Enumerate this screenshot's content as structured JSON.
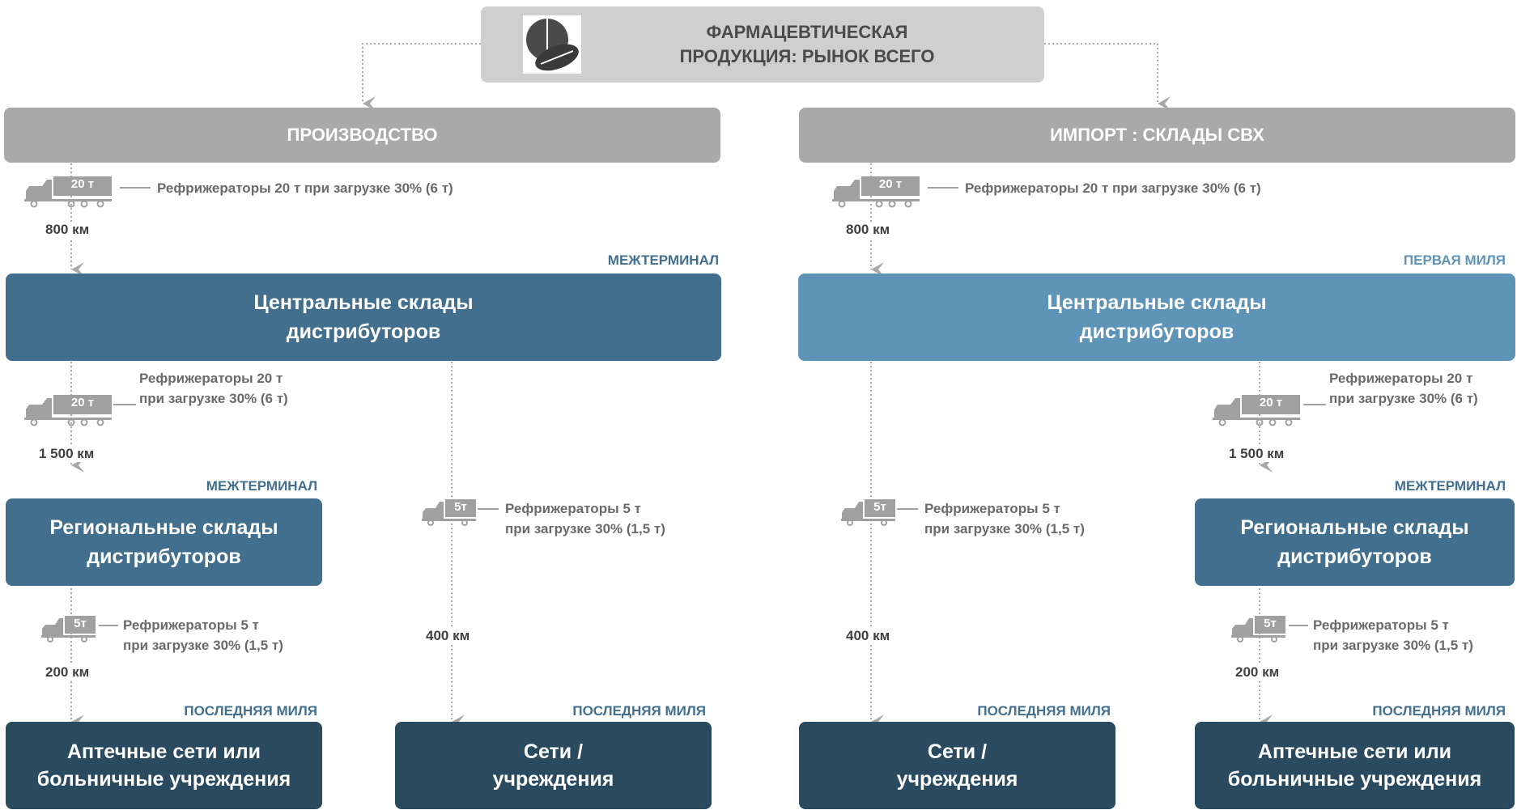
{
  "top": {
    "title": "ФАРМАЦЕВТИЧЕСКАЯ\nПРОДУКЦИЯ: РЫНОК ВСЕГО",
    "icon": "pills-icon"
  },
  "left_header": "ПРОИЗВОДСТВО",
  "right_header": "ИМПОРТ : СКЛАДЫ СВХ",
  "central_left": "Центральные склады\nдистрибуторов",
  "central_right": "Центральные склады\nдистрибуторов",
  "regional_left": "Региональные склады\nдистрибуторов",
  "regional_right": "Региональные склады\nдистрибуторов",
  "end_1": "Аптечные сети или\nбольничные учреждения",
  "end_2": "Сети /\nучреждения",
  "end_3": "Сети /\nучреждения",
  "end_4": "Аптечные сети или\nбольничные учреждения",
  "tags": {
    "mezh": "МЕЖТЕРМИНАЛ",
    "first": "ПЕРВАЯ МИЛЯ",
    "last": "ПОСЛЕДНЯЯ МИЛЯ"
  },
  "trucks": {
    "big": "20 т",
    "small": "5т"
  },
  "notes": {
    "ref20_single": "Рефрижераторы 20 т при загрузке 30% (6 т)",
    "ref20_double": "Рефрижераторы 20 т\nпри загрузке 30% (6 т)",
    "ref5_double": "Рефрижераторы 5 т\nпри загрузке 30% (1,5 т)"
  },
  "distances": {
    "d800": "800 км",
    "d1500": "1 500 км",
    "d200": "200 км",
    "d400": "400 км"
  },
  "colors": {
    "top_box": "#cfcfcf",
    "header_box": "#a9a9a9",
    "dark_blue": "#426f8d",
    "light_blue": "#5f94b9",
    "navy": "#2a4a5f",
    "truck_grey": "#a0a0a0"
  }
}
